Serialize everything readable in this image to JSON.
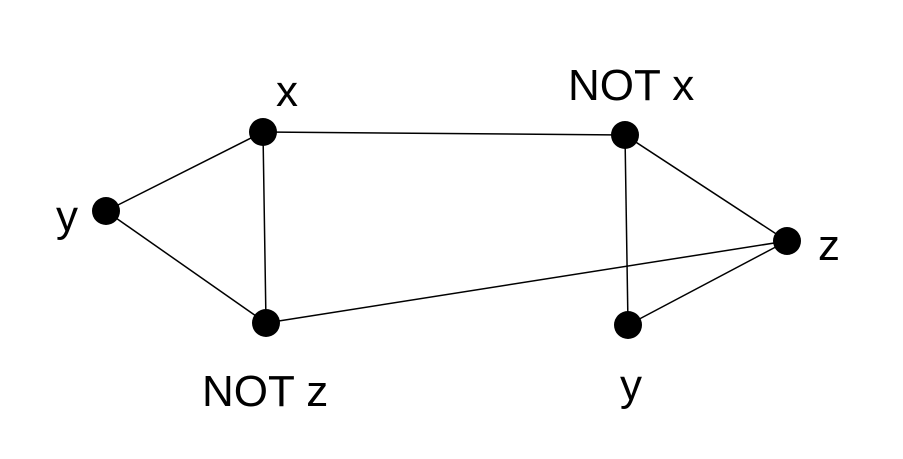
{
  "nodes": [
    {
      "id": "n1",
      "label": "x"
    },
    {
      "id": "n2",
      "label": "y"
    },
    {
      "id": "n3",
      "label": "NOT z"
    },
    {
      "id": "n4",
      "label": "NOT x"
    },
    {
      "id": "n5",
      "label": "z"
    },
    {
      "id": "n6",
      "label": "y"
    }
  ],
  "edges": [
    [
      "n1",
      "n2"
    ],
    [
      "n1",
      "n3"
    ],
    [
      "n2",
      "n3"
    ],
    [
      "n1",
      "n4"
    ],
    [
      "n4",
      "n5"
    ],
    [
      "n4",
      "n6"
    ],
    [
      "n5",
      "n6"
    ],
    [
      "n3",
      "n5"
    ]
  ],
  "colors": {
    "node": "#000000",
    "edge": "#000000"
  }
}
